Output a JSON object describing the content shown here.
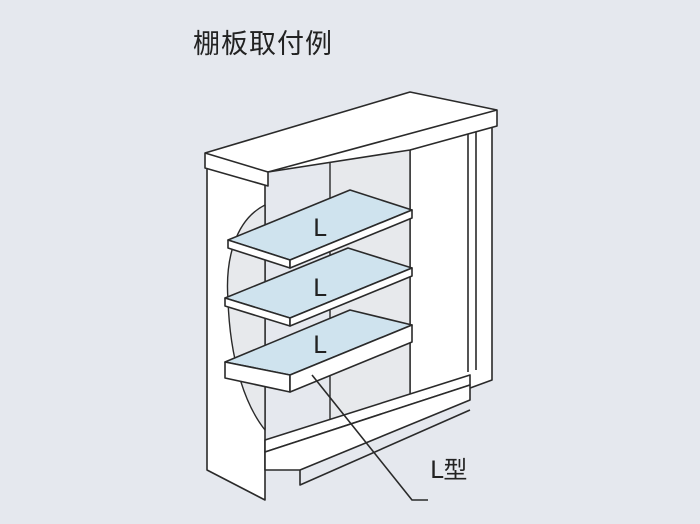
{
  "title": "棚板取付例",
  "shelves": [
    {
      "label": "L"
    },
    {
      "label": "L"
    },
    {
      "label": "L"
    }
  ],
  "callout": {
    "text": "L型"
  },
  "colors": {
    "background": "#e5e8ee",
    "shelf": "#cfe3ee",
    "line": "#2a2a2a"
  }
}
